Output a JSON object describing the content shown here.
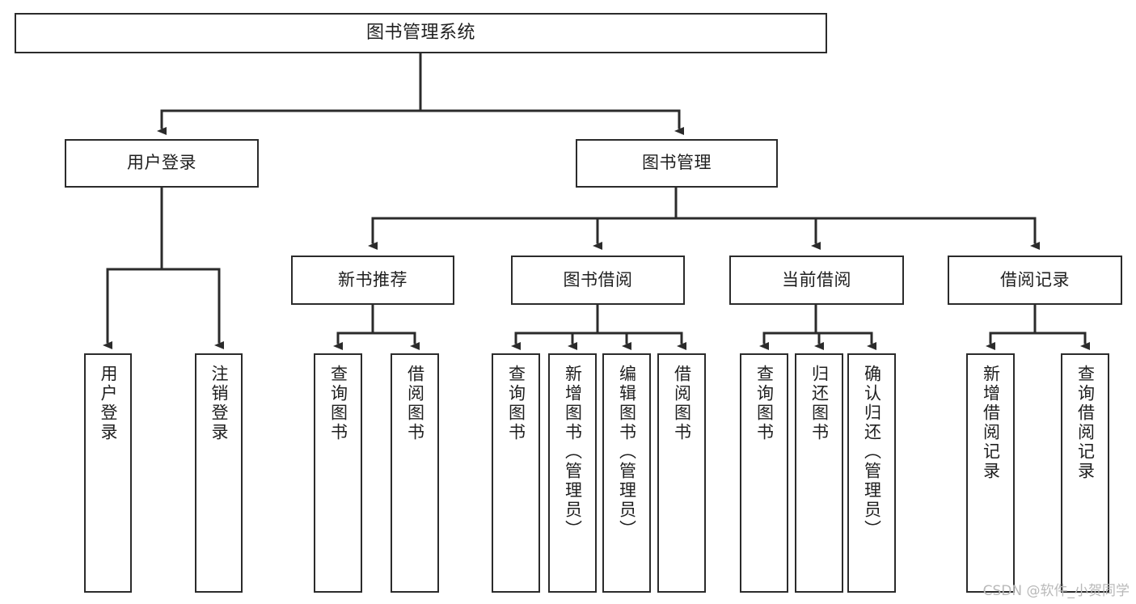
{
  "diagram": {
    "type": "tree-hierarchy",
    "title": "图书管理系统",
    "watermark": "CSDN @软件_小贺同学",
    "colors": {
      "stroke": "#2b2b2b",
      "fill": "#ffffff",
      "text": "#1f1f1f",
      "watermark": "#b9b9b9"
    },
    "nodes": {
      "root": {
        "label": "图书管理系统"
      },
      "level2": [
        {
          "label": "用户登录"
        },
        {
          "label": "图书管理"
        }
      ],
      "level3": [
        {
          "label": "新书推荐"
        },
        {
          "label": "图书借阅"
        },
        {
          "label": "当前借阅"
        },
        {
          "label": "借阅记录"
        }
      ],
      "leaves": {
        "user_login": [
          {
            "label": "用户登录"
          },
          {
            "label": "注销登录"
          }
        ],
        "new_book_recommend": [
          {
            "label": "查询图书"
          },
          {
            "label": "借阅图书"
          }
        ],
        "book_borrow": [
          {
            "label": "查询图书"
          },
          {
            "label": "新增图书（管理员）"
          },
          {
            "label": "编辑图书（管理员）"
          },
          {
            "label": "借阅图书"
          }
        ],
        "current_borrow": [
          {
            "label": "查询图书"
          },
          {
            "label": "归还图书"
          },
          {
            "label": "确认归还（管理员）"
          }
        ],
        "borrow_record": [
          {
            "label": "新增借阅记录"
          },
          {
            "label": "查询借阅记录"
          }
        ]
      }
    }
  }
}
